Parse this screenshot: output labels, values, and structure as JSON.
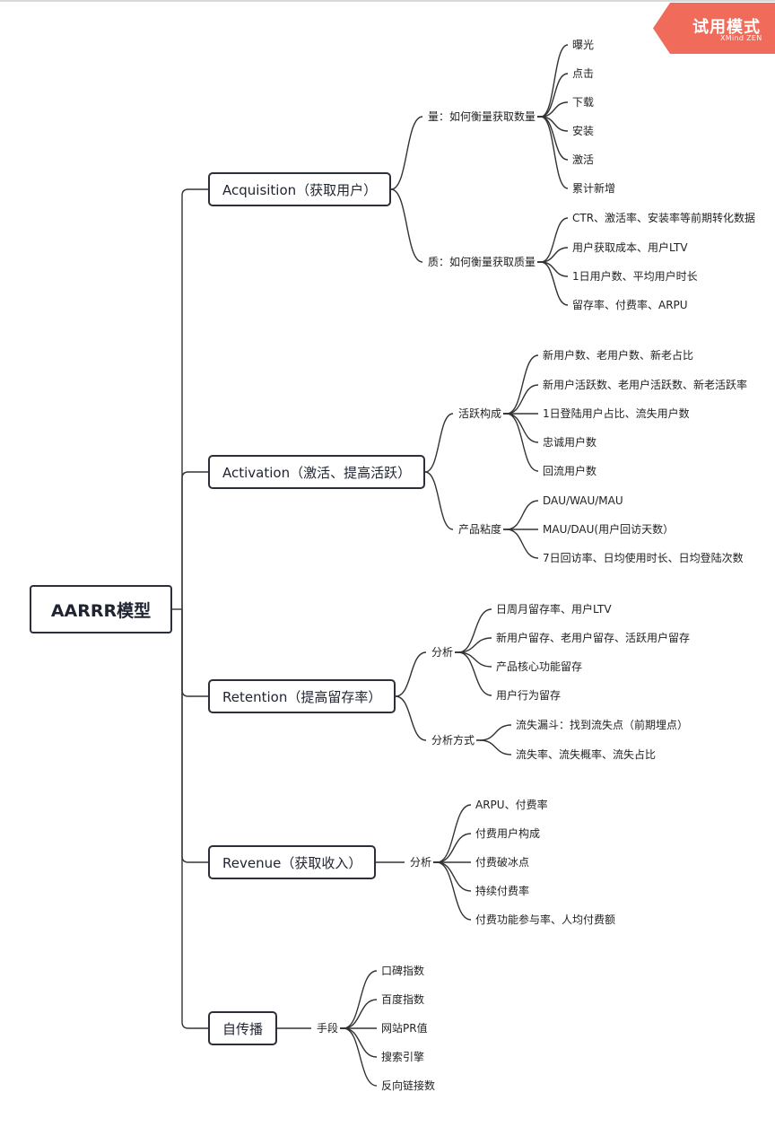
{
  "badge": {
    "title": "试用模式",
    "brand": "XMind ZEN"
  },
  "root": "AARRR模型",
  "branches": [
    {
      "label": "Acquisition（获取用户）",
      "groups": [
        {
          "label": "量：如何衡量获取数量",
          "items": [
            "曝光",
            "点击",
            "下载",
            "安装",
            "激活",
            "累计新增"
          ]
        },
        {
          "label": "质：如何衡量获取质量",
          "items": [
            "CTR、激活率、安装率等前期转化数据",
            "用户获取成本、用户LTV",
            "1日用户数、平均用户时长",
            "留存率、付费率、ARPU"
          ]
        }
      ]
    },
    {
      "label": "Activation（激活、提高活跃）",
      "groups": [
        {
          "label": "活跃构成",
          "items": [
            "新用户数、老用户数、新老占比",
            "新用户活跃数、老用户活跃数、新老活跃率",
            "1日登陆用户占比、流失用户数",
            "忠诚用户数",
            "回流用户数"
          ]
        },
        {
          "label": "产品粘度",
          "items": [
            "DAU/WAU/MAU",
            "MAU/DAU(用户回访天数）",
            "7日回访率、日均使用时长、日均登陆次数"
          ]
        }
      ]
    },
    {
      "label": "Retention（提高留存率）",
      "groups": [
        {
          "label": "分析",
          "items": [
            "日周月留存率、用户LTV",
            "新用户留存、老用户留存、活跃用户留存",
            "产品核心功能留存",
            "用户行为留存"
          ]
        },
        {
          "label": "分析方式",
          "items": [
            "流失漏斗：找到流失点（前期埋点）",
            "流失率、流失概率、流失占比"
          ]
        }
      ]
    },
    {
      "label": "Revenue（获取收入）",
      "groups": [
        {
          "label": "分析",
          "items": [
            "ARPU、付费率",
            "付费用户构成",
            "付费破冰点",
            "持续付费率",
            "付费功能参与率、人均付费额"
          ]
        }
      ]
    },
    {
      "label": "自传播",
      "groups": [
        {
          "label": "手段",
          "items": [
            "口碑指数",
            "百度指数",
            "网站PR值",
            "搜索引擎",
            "反向链接数"
          ]
        }
      ]
    }
  ]
}
